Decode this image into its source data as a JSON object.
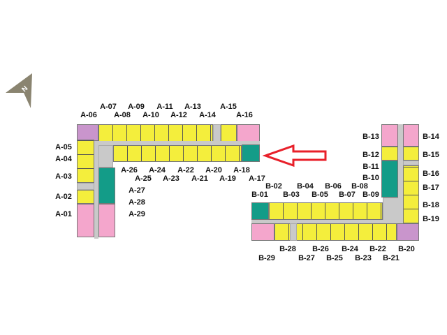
{
  "colors": {
    "standard": "#f4ee3c",
    "pink": "#f4a6cc",
    "purple": "#c995cc",
    "teal": "#139c88",
    "corridor": "#c9c9c9",
    "arrow": "#e8202a"
  },
  "compass": {
    "letter": "N"
  },
  "wing_a": {
    "top": [
      "A-06",
      "A-07",
      "A-08",
      "A-09",
      "A-10",
      "A-11",
      "A-12",
      "A-13",
      "A-14",
      "A-15",
      "A-16"
    ],
    "bottom": [
      "A-17",
      "A-18",
      "A-19",
      "A-20",
      "A-21",
      "A-22",
      "A-23",
      "A-24",
      "A-25",
      "A-26"
    ],
    "left": [
      "A-01",
      "A-02",
      "A-03",
      "A-04",
      "A-05"
    ],
    "inner": [
      "A-27",
      "A-28",
      "A-29"
    ]
  },
  "wing_b": {
    "top": [
      "B-01",
      "B-02",
      "B-03",
      "B-04",
      "B-05",
      "B-06",
      "B-07",
      "B-08",
      "B-09"
    ],
    "right": [
      "B-10",
      "B-11",
      "B-12",
      "B-13",
      "B-14",
      "B-15",
      "B-16",
      "B-17",
      "B-18",
      "B-19"
    ],
    "bottom": [
      "B-20",
      "B-21",
      "B-22",
      "B-23",
      "B-24",
      "B-25",
      "B-26",
      "B-27",
      "B-28",
      "B-29"
    ]
  },
  "highlight_unit": "A-17"
}
